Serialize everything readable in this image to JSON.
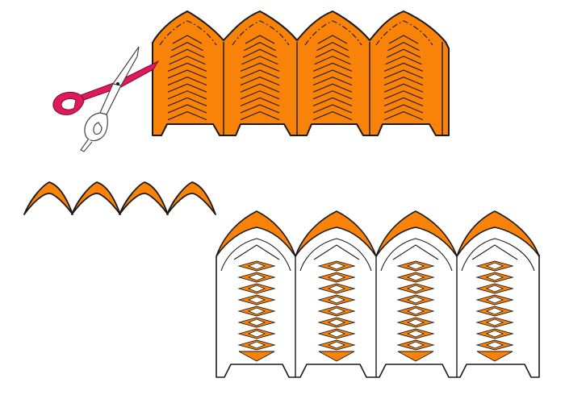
{
  "colors": {
    "paper_orange": "#f98208",
    "stroke": "#1a1a1a",
    "background": "#ffffff",
    "scissor_handle": "#e0195a",
    "scissor_grey": "#c8c8c8"
  },
  "steps": [
    {
      "name": "folded-orange-strip",
      "arches": 4,
      "chevron_slits_per_panel": 12
    },
    {
      "name": "cut-arch-tops",
      "pieces": 4
    },
    {
      "name": "finished-lantern-panel",
      "arches": 4,
      "diamond_rows_per_panel": 8
    }
  ],
  "icons": [
    "scissors-icon"
  ]
}
